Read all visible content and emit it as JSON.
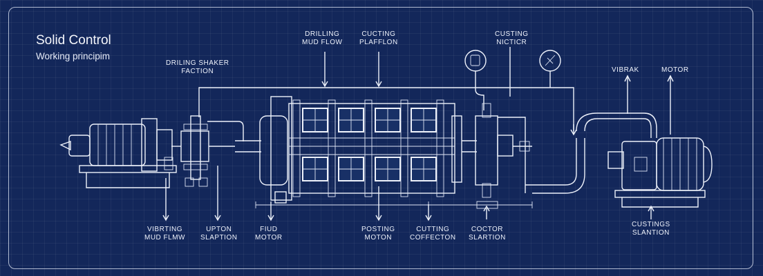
{
  "title": "Solid Control",
  "subtitle": "Working principim",
  "labels": {
    "drilling_shaker": [
      "DRILING SHAKER",
      "FACTION"
    ],
    "drilling_mud_flow": [
      "DRILLING",
      "MUD FLOW"
    ],
    "cutting_platform": [
      "CUCTING",
      "PLAFFLON"
    ],
    "cutting_motor": [
      "CUSTING",
      "NICTICR"
    ],
    "vibrator": [
      "VIBRAK"
    ],
    "motor_top": [
      "MOTOR"
    ],
    "vibrating_mud": [
      "VIBRTING",
      "MUD FLMW"
    ],
    "upton_station": [
      "UPTON",
      "SLAPTION"
    ],
    "fluid_motor": [
      "FIUD",
      "MOTOR"
    ],
    "posting_motor": [
      "POSTING",
      "MOTON"
    ],
    "cutting_collection": [
      "CUTTING",
      "COFFECTON"
    ],
    "coctor_station": [
      "COCTOR",
      "SLARTION"
    ],
    "cuttings_station": [
      "CUSTINGS",
      "SLANTION"
    ]
  },
  "colors": {
    "background": "#13275a",
    "line": "#eef2fb"
  }
}
